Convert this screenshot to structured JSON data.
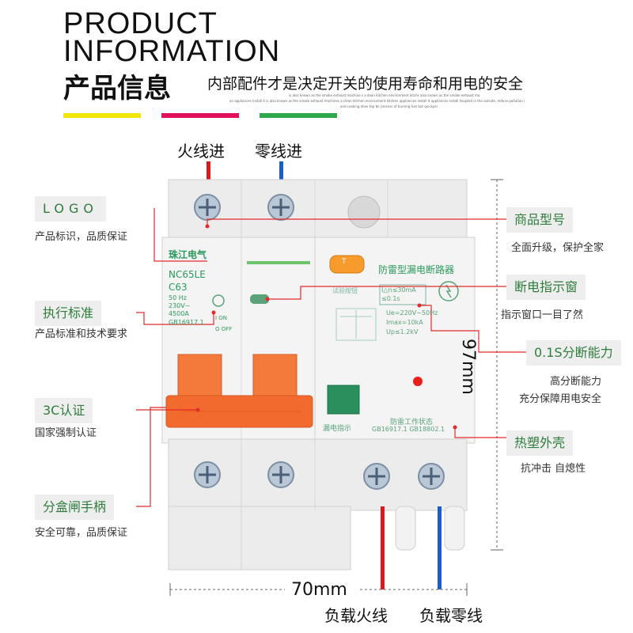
{
  "header": {
    "title_en_line1": "PRODUCT",
    "title_en_line2": "INFORMATION",
    "title_cn": "产品信息",
    "tagline": "内部配件才是决定开关的使用寿命和用电的安全",
    "tiny_text_1": "is also known as the smoke exhaust machine.s a dean kitchen environment kitchs also known as the smoke exhaust ma",
    "tiny_text_2": "an appliances Install it is also known as the smoke exhaust machines a clean kitchen environment kitchen appliances install it appliances install itsupted in the outside, reduce pollution i",
    "tiny_text_3": "and cooking dove top bir  process of burning fuel but quickyer",
    "bar_colors": [
      "#f5e60a",
      "#e0105a",
      "#2ca84a"
    ]
  },
  "wires": {
    "live_in": "火线进",
    "neutral_in": "零线进",
    "load_live": "负载火线",
    "load_neutral": "负载零线",
    "live_color": "#e0161c",
    "neutral_color": "#1a5fc4"
  },
  "left_callouts": [
    {
      "title": "LOGO",
      "desc": "产品标识，品质保证"
    },
    {
      "title": "执行标准",
      "desc": "产品标准和技术要求"
    },
    {
      "title": "3C认证",
      "desc": "国家强制认证"
    },
    {
      "title": "分盒闸手柄",
      "desc": "安全可靠，品质保证"
    }
  ],
  "right_callouts": [
    {
      "title": "商品型号",
      "desc": "全面升级，保护全家"
    },
    {
      "title": "断电指示窗",
      "desc": "指示窗口一目了然"
    },
    {
      "title": "0.1S分断能力",
      "desc": "高分断能力",
      "desc2": "充分保障用电安全"
    },
    {
      "title": "热塑外壳",
      "desc": "抗冲击 自熄性"
    }
  ],
  "dimensions": {
    "height": "97mm",
    "width": "70mm"
  },
  "device": {
    "brand": "珠江电气",
    "model": "NC65LE",
    "rating": "C63",
    "freq": "50 Hz",
    "voltage": "230V~",
    "breaking": "4500A",
    "standard": "GB16917.1",
    "on_label": "I ON",
    "off_label": "O OFF",
    "test_label": "试验按钮",
    "leak_label": "漏电指示",
    "product_name": "防雷型漏电断路器",
    "spec_1": "I△n≤30mA",
    "spec_2": "≤0.1s",
    "spec_3": "Ue=220V~50Hz",
    "spec_4": "Imax=10kA",
    "spec_5": "Up≤1.2kV",
    "status_label": "防雷工作状态",
    "standards_2": "GB16917.1 GB18802.1",
    "test_button_text": "T"
  }
}
